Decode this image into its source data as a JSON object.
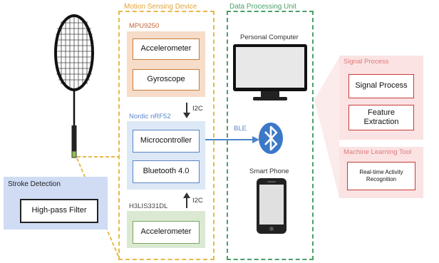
{
  "motion_sensing_device": {
    "title": "Motion Sensing Device",
    "mpu": {
      "label": "MPU9250",
      "accelerometer": "Accelerometer",
      "gyroscope": "Gyroscope"
    },
    "nordic": {
      "label": "Nordic nRF52",
      "microcontroller": "Microcontroller",
      "bluetooth": "Bluetooth 4.0"
    },
    "h3": {
      "label": "H3LIS331DL",
      "accelerometer": "Accelerometer"
    },
    "bus_top": "I2C",
    "bus_bottom": "I2C"
  },
  "data_processing_unit": {
    "title": "Data Processing Unit",
    "pc_label": "Personal Computer",
    "phone_label": "Smart Phone",
    "ble_label": "BLE"
  },
  "signal_process": {
    "title": "Signal Process",
    "box1": "Signal Process",
    "box2": "Feature Extraction"
  },
  "ml_tool": {
    "title": "Machine Learning Tool",
    "box": "Real-time Activity Recognition"
  },
  "stroke_detection": {
    "title": "Stroke Detection",
    "box": "High-pass Filter"
  },
  "colors": {
    "orange": "#e8b84a",
    "green": "#4aa067",
    "blue": "#4a86c8",
    "red": "#e07a7a"
  },
  "icons": [
    "badminton-racket-icon",
    "monitor-icon",
    "bluetooth-icon",
    "smartphone-icon"
  ]
}
